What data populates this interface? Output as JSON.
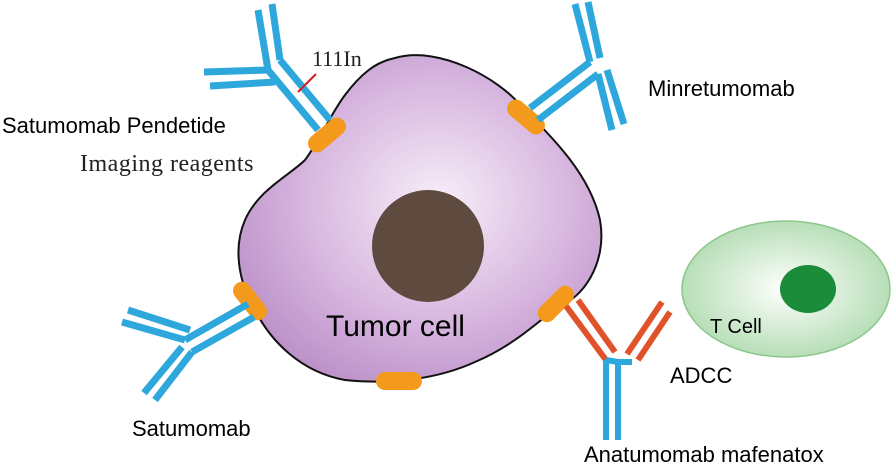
{
  "labels": {
    "tumor_cell": "Tumor cell",
    "t_cell": "T Cell",
    "satumomab_pendetide": "Satumomab Pendetide",
    "isotope": "111In",
    "imaging": "Imaging reagents",
    "minretumomab": "Minretumomab",
    "satumomab": "Satumomab",
    "adcc": "ADCC",
    "anatumomab": "Anatumomab mafenatox"
  },
  "colors": {
    "antibody": "#2ea8dc",
    "antigen": "#f39a1c",
    "toxin": "#e0522a",
    "tumor_fill": "#c9a0d2",
    "nucleus": "#5e4a3e",
    "t_cell_fill": "#cfe9cf",
    "t_cell_nucleus": "#1a8c3a",
    "isotope_marker": "#d42020"
  }
}
